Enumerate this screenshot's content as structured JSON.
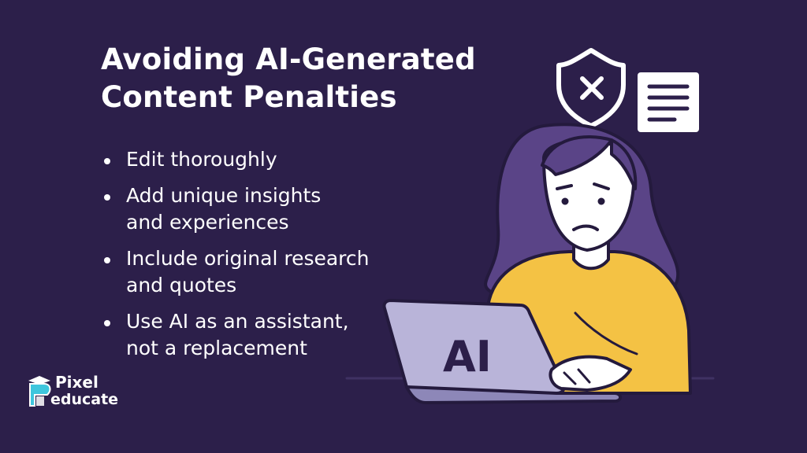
{
  "title": {
    "line1": "Avoiding AI-Generated",
    "line2": "Content Penalties"
  },
  "bullets": [
    {
      "lines": [
        "Edit thoroughly"
      ]
    },
    {
      "lines": [
        "Add unique insights",
        "and experiences"
      ]
    },
    {
      "lines": [
        "Include original research",
        "and quotes"
      ]
    },
    {
      "lines": [
        "Use AI as an assistant,",
        "not a replacement"
      ]
    }
  ],
  "illustration": {
    "laptop_label": "AI",
    "icons": [
      "shield-x-icon",
      "document-icon"
    ]
  },
  "logo": {
    "word1": "Pixel",
    "word2": "educate"
  },
  "colors": {
    "background": "#2c1f4a",
    "text": "#ffffff",
    "sweater": "#f4c244",
    "hair": "#5a4487",
    "laptop": "#b9b4d9",
    "logo_accent": "#3ec6dd"
  }
}
